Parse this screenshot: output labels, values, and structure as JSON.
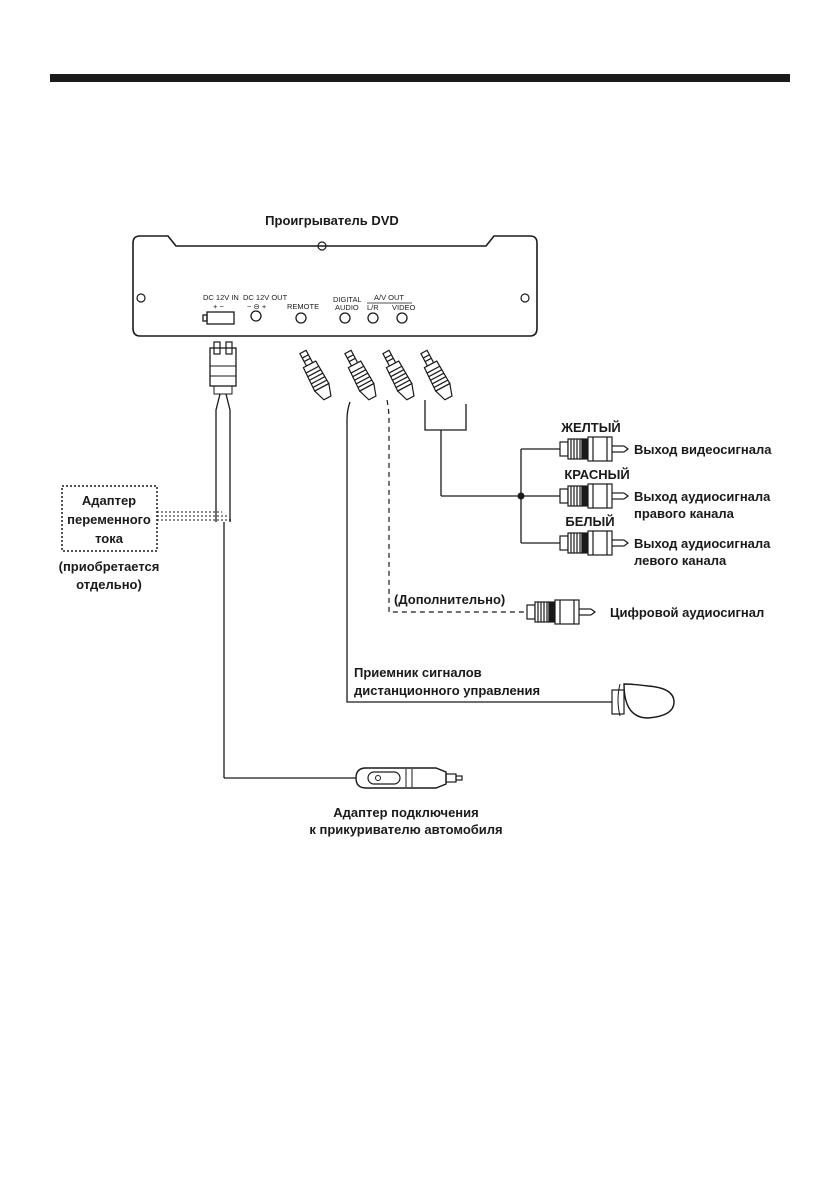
{
  "diagram": {
    "title": "Проигрыватель DVD",
    "panel_labels": {
      "dc_in": "DC 12V IN",
      "dc_in_polarity": "+ −",
      "dc_out": "DC 12V OUT",
      "dc_out_polarity": "− ⊖ +",
      "remote": "REMOTE",
      "digital": "DIGITAL",
      "audio": "AUDIO",
      "av_out": "A/V OUT",
      "lr": "L/R",
      "video": "VIDEO"
    },
    "colors": {
      "yellow": "ЖЕЛТЫЙ",
      "red": "КРАСНЫЙ",
      "white": "БЕЛЫЙ"
    },
    "outputs": {
      "video_out": "Выход видеосигнала",
      "audio_right_1": "Выход аудиосигнала",
      "audio_right_2": "правого канала",
      "audio_left_1": "Выход аудиосигнала",
      "audio_left_2": "левого канала"
    },
    "optional": "(Дополнительно)",
    "digital_audio": "Цифровой аудиосигнал",
    "ac_adapter": {
      "line1": "Адаптер",
      "line2": "переменного",
      "line3": "тока",
      "note1": "(приобретается",
      "note2": "отдельно)"
    },
    "remote_receiver": {
      "line1": "Приемник сигналов",
      "line2": "дистанционного управления"
    },
    "car_adapter": {
      "line1": "Адаптер подключения",
      "line2": "к прикуривателю автомобиля"
    }
  }
}
